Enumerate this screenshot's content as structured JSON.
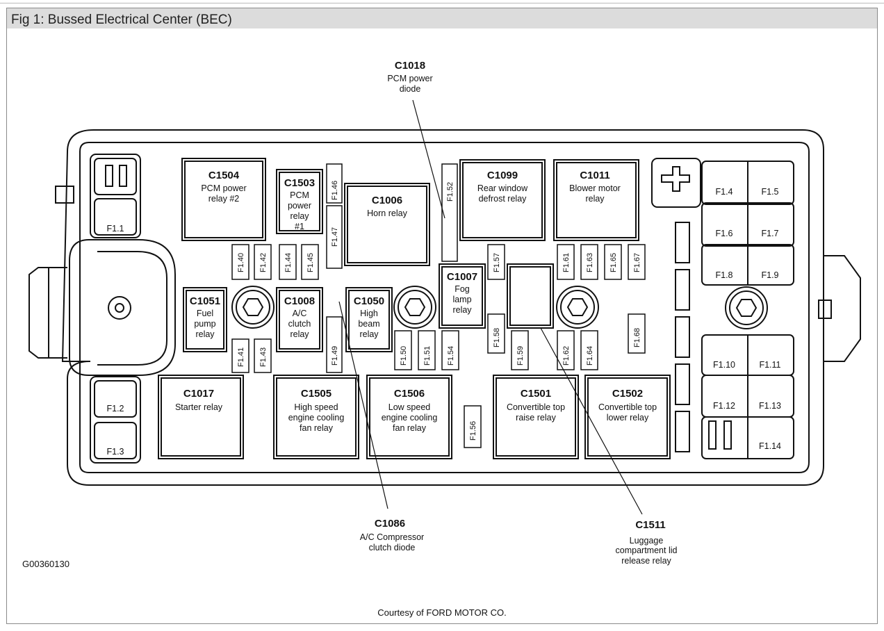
{
  "header": {
    "title": "Fig 1: Bussed Electrical Center (BEC)"
  },
  "relays": [
    {
      "id": "C1504",
      "label": [
        "PCM power",
        "relay #2"
      ]
    },
    {
      "id": "C1503",
      "label": [
        "PCM",
        "power",
        "relay",
        "#1"
      ]
    },
    {
      "id": "C1006",
      "label": [
        "Horn relay"
      ]
    },
    {
      "id": "C1099",
      "label": [
        "Rear window",
        "defrost relay"
      ]
    },
    {
      "id": "C1011",
      "label": [
        "Blower motor",
        "relay"
      ]
    },
    {
      "id": "C1051",
      "label": [
        "Fuel",
        "pump",
        "relay"
      ]
    },
    {
      "id": "C1008",
      "label": [
        "A/C",
        "clutch",
        "relay"
      ]
    },
    {
      "id": "C1050",
      "label": [
        "High",
        "beam",
        "relay"
      ]
    },
    {
      "id": "C1007",
      "label": [
        "Fog",
        "lamp",
        "relay"
      ]
    },
    {
      "id": "C1017",
      "label": [
        "Starter relay"
      ]
    },
    {
      "id": "C1505",
      "label": [
        "High speed",
        "engine cooling",
        "fan relay"
      ]
    },
    {
      "id": "C1506",
      "label": [
        "Low speed",
        "engine cooling",
        "fan relay"
      ]
    },
    {
      "id": "C1501",
      "label": [
        "Convertible top",
        "raise relay"
      ]
    },
    {
      "id": "C1502",
      "label": [
        "Convertible top",
        "lower relay"
      ]
    }
  ],
  "mini_fuses": [
    "F1.40",
    "F1.42",
    "F1.44",
    "F1.45",
    "F1.46",
    "F1.47",
    "F1.49",
    "F1.50",
    "F1.51",
    "F1.52",
    "F1.54",
    "F1.56",
    "F1.57",
    "F1.58",
    "F1.59",
    "F1.61",
    "F1.62",
    "F1.63",
    "F1.64",
    "F1.65",
    "F1.67",
    "F1.68",
    "F1.41",
    "F1.43"
  ],
  "maxi_fuses": [
    "F1.1",
    "F1.2",
    "F1.3",
    "F1.4",
    "F1.5",
    "F1.6",
    "F1.7",
    "F1.8",
    "F1.9",
    "F1.10",
    "F1.11",
    "F1.12",
    "F1.13",
    "F1.14"
  ],
  "callouts": [
    {
      "id": "C1018",
      "label": [
        "PCM power",
        "diode"
      ]
    },
    {
      "id": "C1086",
      "label": [
        "A/C Compressor",
        "clutch diode"
      ]
    },
    {
      "id": "C1511",
      "label": [
        "Luggage",
        "compartment lid",
        "release relay"
      ]
    }
  ],
  "figure_code": "G00360130",
  "courtesy": "Courtesy of FORD MOTOR CO."
}
